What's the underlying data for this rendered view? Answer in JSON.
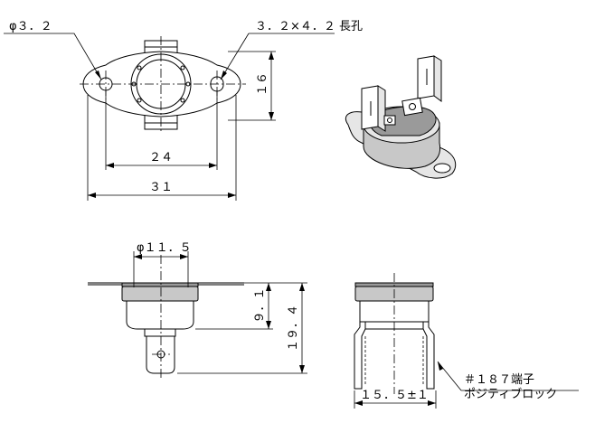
{
  "dimensions": {
    "hole_diameter": "φ３．２",
    "slot": "３．２×４．２ 長孔",
    "height_16": "１６",
    "pitch_24": "２４",
    "width_31": "３１",
    "body_diameter": "φ１１．５",
    "depth_9_1": "９．１",
    "height_19_4": "１９．４",
    "span_15_5": "１５．５±１"
  },
  "notes": {
    "terminal": "＃１８７端子",
    "block": "ポジティブロック"
  }
}
